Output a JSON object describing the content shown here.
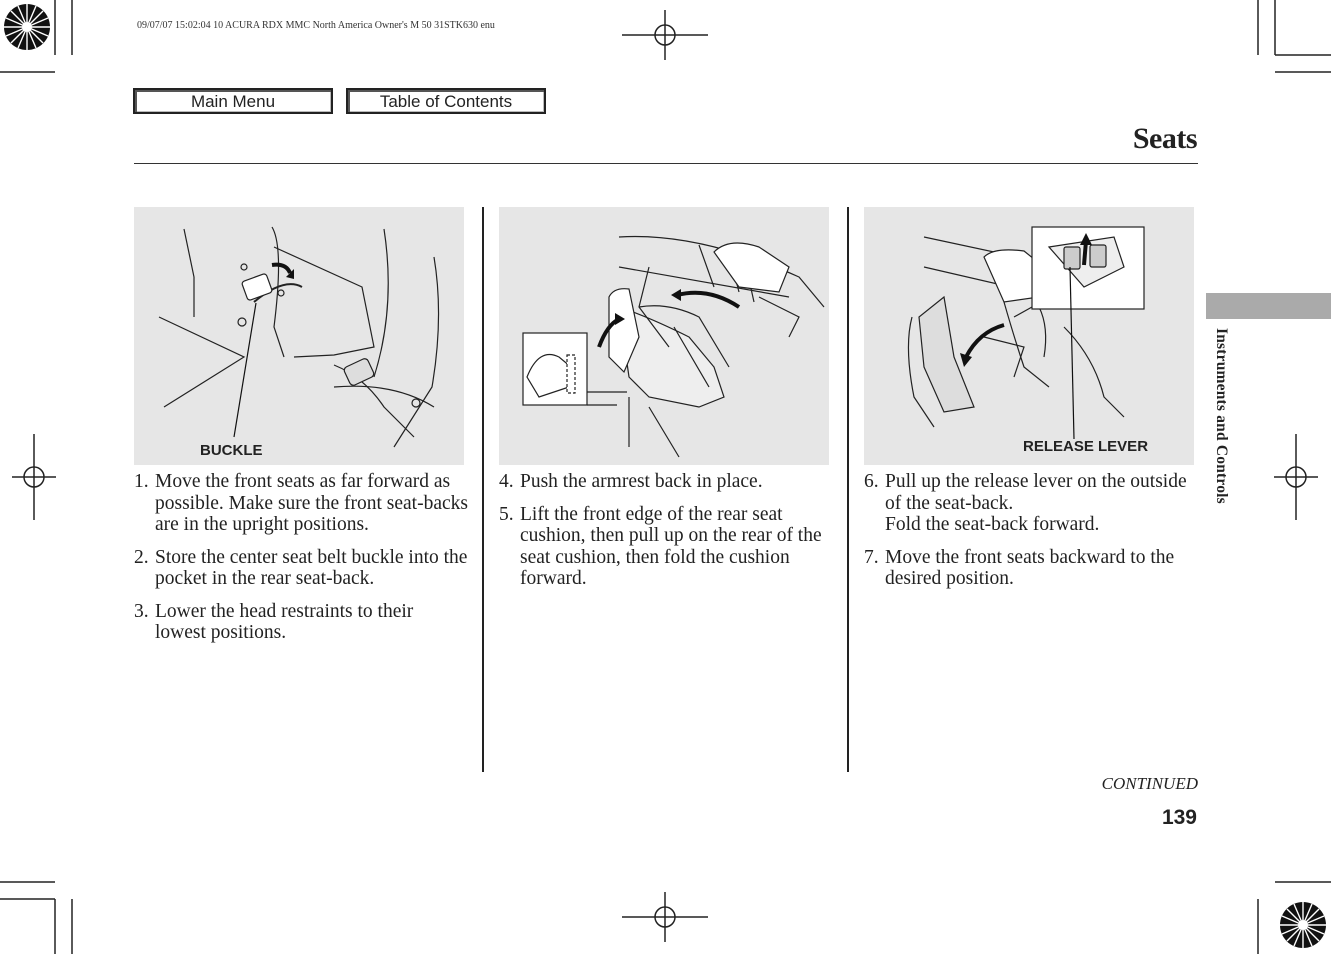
{
  "print_header": "09/07/07 15:02:04   10 ACURA RDX MMC North America Owner's M 50 31STK630 enu",
  "nav": {
    "main_menu": "Main Menu",
    "table_of_contents": "Table of Contents"
  },
  "page_title": "Seats",
  "figures": [
    {
      "callout": "BUCKLE"
    },
    {
      "callout": ""
    },
    {
      "callout": "RELEASE LEVER"
    }
  ],
  "columns": [
    {
      "steps": [
        {
          "num": "1.",
          "text": "Move the front seats as far forward as possible. Make sure the front seat-backs are in the upright positions."
        },
        {
          "num": "2.",
          "text": "Store the center seat belt buckle into the pocket in the rear seat-back."
        },
        {
          "num": "3.",
          "text": "Lower the head restraints to their lowest positions."
        }
      ]
    },
    {
      "steps": [
        {
          "num": "4.",
          "text": "Push the armrest back in place."
        },
        {
          "num": "5.",
          "text": "Lift the front edge of the rear seat cushion, then pull up on the rear of the seat cushion, then fold the cushion forward."
        }
      ]
    },
    {
      "steps": [
        {
          "num": "6.",
          "text": "Pull up the release lever on the outside of the seat-back.\nFold the seat-back forward."
        },
        {
          "num": "7.",
          "text": "Move the front seats backward to the desired position."
        }
      ]
    }
  ],
  "side_tab_label": "Instruments and Controls",
  "continued": "CONTINUED",
  "page_number": "139"
}
